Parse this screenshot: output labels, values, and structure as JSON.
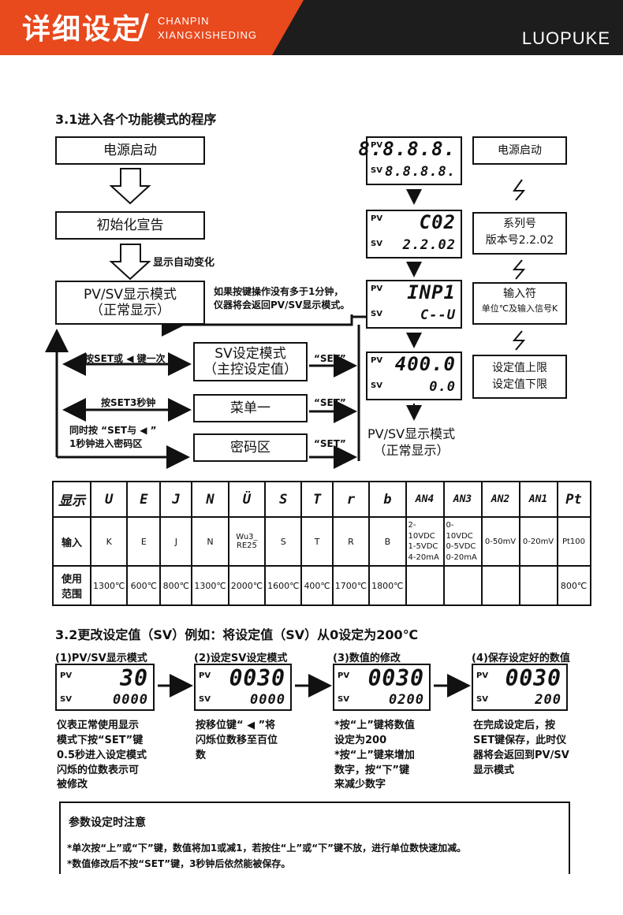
{
  "header": {
    "title": "详细设定",
    "slash": "/",
    "sub1": "CHANPIN",
    "sub2": "XIANGXISHEDING",
    "brand": "LUOPUKE"
  },
  "section1": {
    "title": "3.1进入各个功能模式的程序",
    "power_on": "电源启动",
    "init": "初始化宣告",
    "auto_change": "显示自动变化",
    "pvsv_mode_1": "PV/SV显示模式",
    "pvsv_mode_2": "（正常显示）",
    "return_note_1": "如果按键操作没有多于1分钟，",
    "return_note_2": "仪器将会返回PV/SV显示模式。",
    "sv_mode_1": "SV设定模式",
    "sv_mode_2": "（主控设定值）",
    "menu1": "菜单一",
    "password": "密码区",
    "set1": "“SET”",
    "set2": "“SET”",
    "set3": "“SET”",
    "press_once": "按SET或 ◀ 键一次",
    "press_3s": "按SET3秒钟",
    "press_both_1": "同时按 “SET与 ◀ ”",
    "press_both_2": "1秒钟进入密码区"
  },
  "lcd_seq": {
    "pv": "PV",
    "sv": "SV",
    "d1_pv": "8.8.8.8.",
    "d1_sv": "8.8.8.8.",
    "d2_pv": "C02",
    "d2_sv": "2.2.02",
    "d3_pv": "INP1",
    "d3_sv": "C--U",
    "d4_pv": "400.0",
    "d4_sv": "0.0",
    "end_1": "PV/SV显示模式",
    "end_2": "（正常显示）"
  },
  "side_boxes": {
    "power_on": "电源启动",
    "series_1": "系列号",
    "series_2": "版本号2.2.02",
    "input_1": "输入符",
    "input_2": "单位℃及输入信号K",
    "limit_1": "设定值上限",
    "limit_2": "设定值下限"
  },
  "table": {
    "row_display": "显示",
    "row_input": "输入",
    "row_range_1": "使用",
    "row_range_2": "范围",
    "display": [
      "U",
      "E",
      "J",
      "N",
      "Ü",
      "S",
      "T",
      "r",
      "b",
      "AN4",
      "AN3",
      "AN2",
      "AN1",
      "Pt"
    ],
    "input": [
      "K",
      "E",
      "J",
      "N",
      "Wu3_ RE25",
      "S",
      "T",
      "R",
      "B",
      "2-10VDC 1-5VDC 4-20mA",
      "0-10VDC 0-5VDC 0-20mA",
      "0-50mV",
      "0-20mV",
      "Pt100"
    ],
    "range": [
      "1300℃",
      "600℃",
      "800℃",
      "1300℃",
      "2000℃",
      "1600℃",
      "400℃",
      "1700℃",
      "1800℃",
      "",
      "",
      "",
      "",
      "800℃"
    ]
  },
  "section2": {
    "title": "3.2更改设定值（SV）例如：将设定值（SV）从0设定为200℃",
    "steps": [
      {
        "title": "(1)PV/SV显示模式",
        "pv": "30",
        "sv": "0000",
        "desc": [
          "仪表正常使用显示",
          "模式下按“SET”键",
          "0.5秒进入设定模式",
          "闪烁的位数表示可",
          "被修改"
        ]
      },
      {
        "title": "(2)设定SV设定模式",
        "pv": "0030",
        "sv": "0000",
        "desc": [
          "按移位键“ ◀ ”将",
          "闪烁位数移至百位",
          "数"
        ]
      },
      {
        "title": "(3)数值的修改",
        "pv": "0030",
        "sv": "0200",
        "desc": [
          "*按“上”键将数值",
          "设定为200",
          "*按“上”键来增加",
          "数字，按“下”键",
          "来减少数字"
        ]
      },
      {
        "title": "(4)保存设定好的数值",
        "pv": "0030",
        "sv": "200",
        "desc": [
          "在完成设定后，按",
          "SET键保存，此时仪",
          "器将会返回到PV/SV",
          "显示模式"
        ]
      }
    ]
  },
  "caution": {
    "title": "参数设定时注意",
    "line1": "*单次按“上”或“下”键，数值将加1或减1，若按住“上”或“下”键不放，进行单位数快速加减。",
    "line2": "*数值修改后不按“SET”键，3秒钟后依然能被保存。"
  }
}
